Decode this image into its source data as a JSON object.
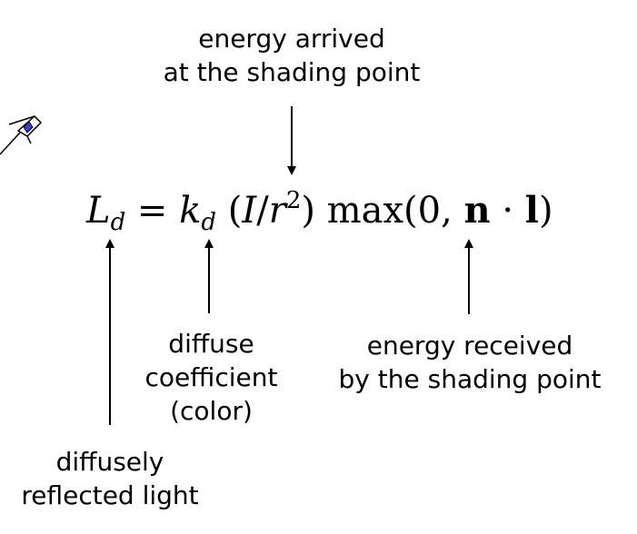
{
  "formula": {
    "L": "L",
    "L_sub": "d",
    "equals": " = ",
    "k": "k",
    "k_sub": "d",
    "open_paren": " (",
    "I": "I",
    "slash": "/",
    "r": "r",
    "r_sup": "2",
    "close_paren": ")",
    "max_text": " max(0, ",
    "n": "n",
    "dot": " · ",
    "l": "l",
    "end_paren": ")"
  },
  "labels": {
    "top": [
      "energy arrived",
      "at the shading point"
    ],
    "diffuse_coeff": [
      "diffuse",
      "coefficient",
      "(color)"
    ],
    "energy_received": [
      "energy received",
      "by the shading point"
    ],
    "diffusely_reflected": [
      "diffusely",
      "reflected light"
    ]
  },
  "colors": {
    "text": "#000000",
    "cursor_accent": "#3b3bd6"
  },
  "icons": {
    "pen_cursor": "pen-cursor-icon"
  }
}
